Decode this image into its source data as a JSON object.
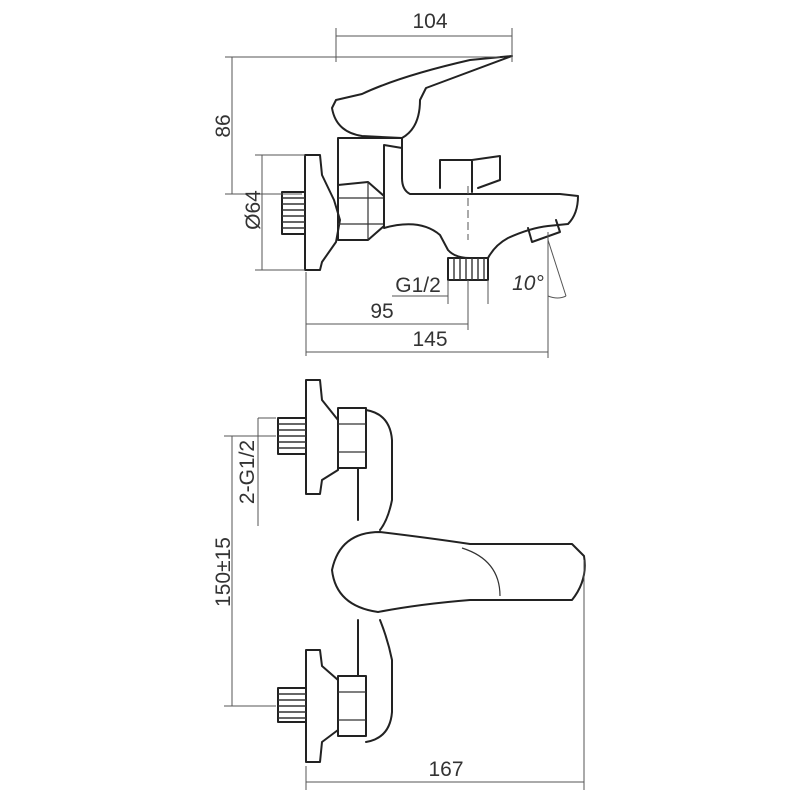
{
  "dimensions": {
    "spout_top_width": "104",
    "body_height": "86",
    "flange_diameter": "Ø64",
    "outlet_thread": "G1/2",
    "outlet_offset": "95",
    "overall_depth": "145",
    "spout_angle": "10°",
    "inlet_spacing": "150±15",
    "inlet_threads": "2-G1/2",
    "overall_length": "167"
  },
  "colors": {
    "line": "#222222",
    "text": "#333333"
  }
}
